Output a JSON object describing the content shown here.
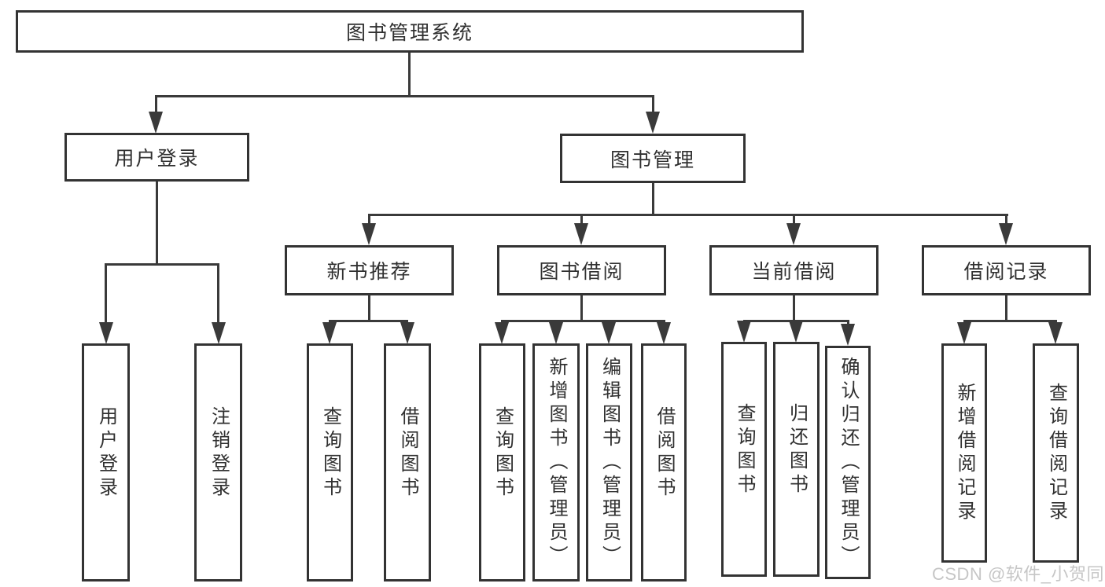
{
  "tree": {
    "label": "图书管理系统",
    "children": [
      {
        "label": "用户登录",
        "children": [
          {
            "label": "用户登录"
          },
          {
            "label": "注销登录"
          }
        ]
      },
      {
        "label": "图书管理",
        "children": [
          {
            "label": "新书推荐",
            "children": [
              {
                "label": "查询图书"
              },
              {
                "label": "借阅图书"
              }
            ]
          },
          {
            "label": "图书借阅",
            "children": [
              {
                "label": "查询图书"
              },
              {
                "label": "新增图书（管理员）"
              },
              {
                "label": "编辑图书（管理员）"
              },
              {
                "label": "借阅图书"
              }
            ]
          },
          {
            "label": "当前借阅",
            "children": [
              {
                "label": "查询图书"
              },
              {
                "label": "归还图书"
              },
              {
                "label": "确认归还（管理员）"
              }
            ]
          },
          {
            "label": "借阅记录",
            "children": [
              {
                "label": "新增借阅记录"
              },
              {
                "label": "查询借阅记录"
              }
            ]
          }
        ]
      }
    ]
  },
  "watermark": "CSDN @软件_小贺同学",
  "colors": {
    "line": "#3a3a3a",
    "box_border": "#333333",
    "text": "#303030",
    "watermark": "#c6c6c6",
    "background": "#ffffff"
  }
}
